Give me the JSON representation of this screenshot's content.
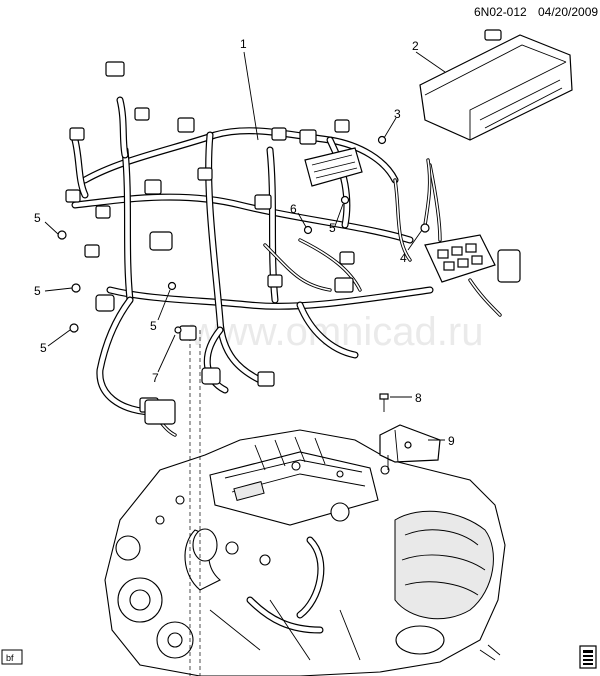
{
  "header": {
    "code": "6N02-012",
    "date": "04/20/2009"
  },
  "watermark": "www.omnicad.ru",
  "callouts": {
    "c1": "1",
    "c2": "2",
    "c3": "3",
    "c4": "4",
    "c5a": "5",
    "c5b": "5",
    "c5c": "5",
    "c5d": "5",
    "c5e": "5",
    "c6": "6",
    "c7": "7",
    "c8": "8",
    "c9": "9"
  },
  "corner_tag": "bf",
  "icons": {
    "book": "book-icon",
    "bolt": "bolt-icon",
    "relay_block": "relay-block-icon"
  },
  "colors": {
    "ink": "#000000",
    "paper": "#ffffff",
    "watermark": "#d9d9d9"
  }
}
